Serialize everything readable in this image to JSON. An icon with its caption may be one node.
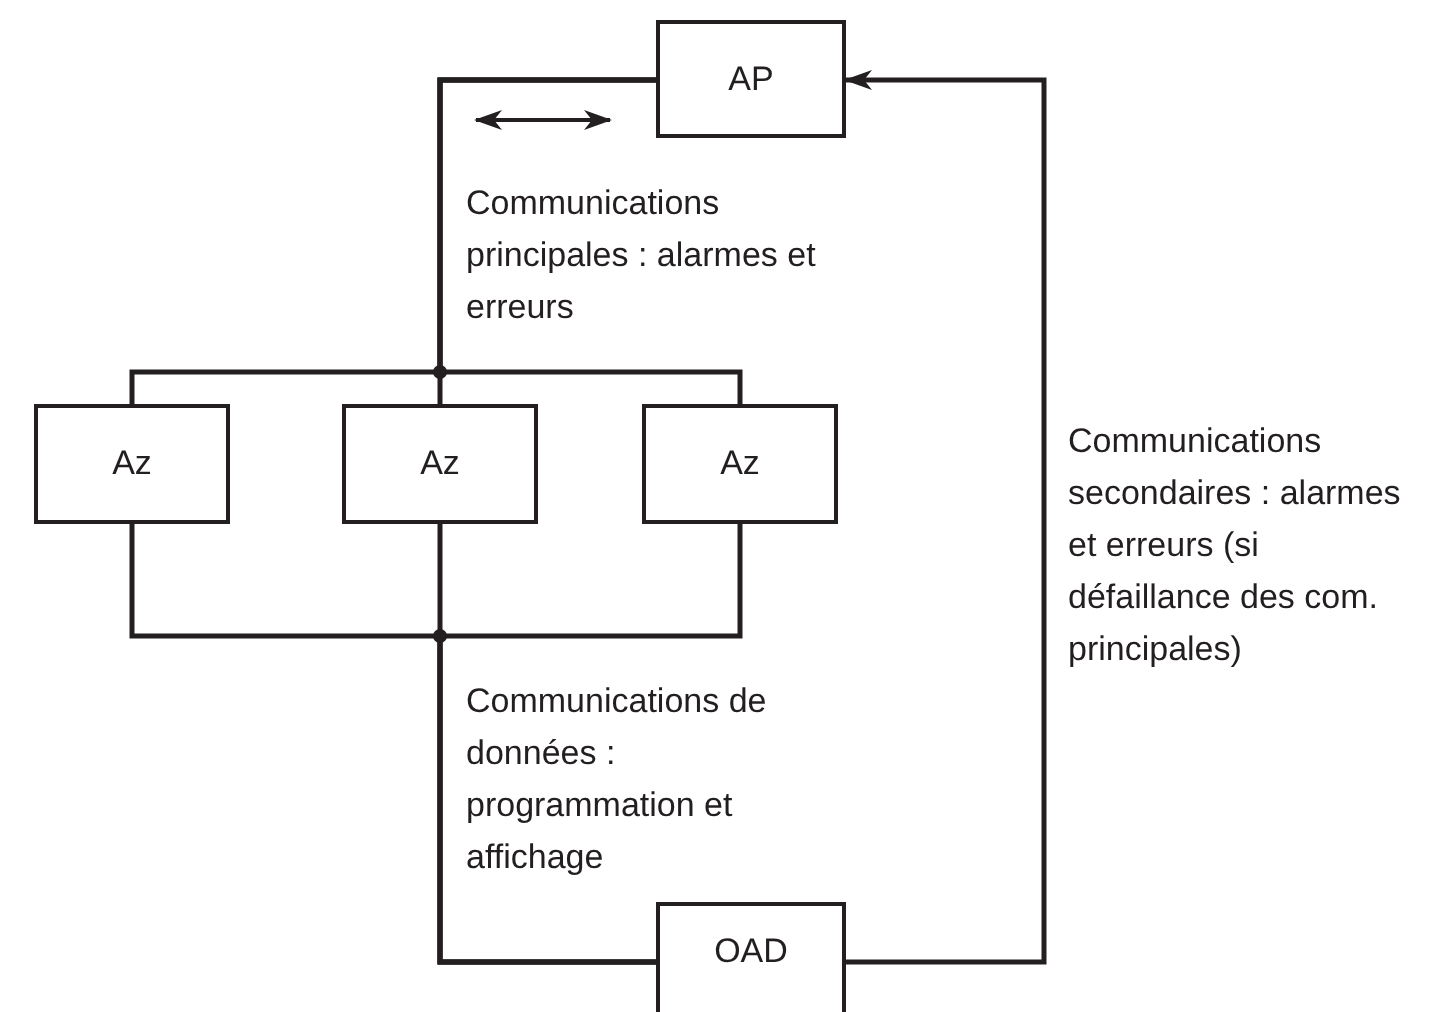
{
  "diagram": {
    "nodes": [
      {
        "text": [
          "AP"
        ]
      },
      {
        "text": [
          "Az"
        ]
      },
      {
        "text": [
          "Az"
        ]
      },
      {
        "text": [
          "Az"
        ]
      },
      {
        "text": [
          "OAD"
        ]
      }
    ],
    "edges": [
      {
        "from": 0,
        "to": 1,
        "arrow": "none"
      },
      {
        "from": 0,
        "to": 2,
        "arrow": "none"
      },
      {
        "from": 0,
        "to": 3,
        "arrow": "none"
      },
      {
        "from": 1,
        "to": 4,
        "arrow": "none"
      },
      {
        "from": 2,
        "to": 4,
        "arrow": "none"
      },
      {
        "from": 3,
        "to": 4,
        "arrow": "none"
      },
      {
        "from": 4,
        "to": 0,
        "arrow": "to"
      }
    ],
    "labels": [
      "Communications principales : alarmes et erreurs",
      "Communications de données : programmation et affichage",
      "Communications secondaires : alarmes et erreurs (si défaillance des com. principales)"
    ]
  }
}
